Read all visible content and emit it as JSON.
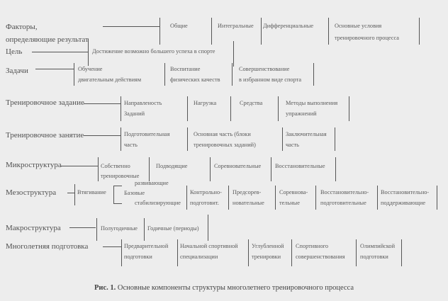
{
  "rows": {
    "factors": {
      "label1": "Факторы,",
      "label2": "определяющие результат",
      "items": [
        "Общие",
        "Интегральные",
        "Дифференциальные",
        "Основные условия",
        "тренировочного процесса"
      ]
    },
    "goal": {
      "label": "Цель",
      "items": [
        "Достижение возможно большего успеха в спорте"
      ]
    },
    "tasks": {
      "label": "Задачи",
      "items": [
        "Обучение",
        "двигательным действиям",
        "Воспитание",
        "физических качеств",
        "Совершенствование",
        "в избранном виде спорта"
      ]
    },
    "task": {
      "label": "Тренировочное задание",
      "items": [
        "Направленость",
        "Заданий",
        "Нагрузка",
        "Средства",
        "Методы выполнения",
        "упражнений"
      ]
    },
    "session": {
      "label": "Тренировочное занятие",
      "items": [
        "Подготовительная",
        "часть",
        "Основная часть (блоки",
        "тренировочных заданий)",
        "Заключительная",
        "часть"
      ]
    },
    "micro": {
      "label": "Микроструктура",
      "items": [
        "Собственно",
        "тренировочные",
        "Подводящие",
        "Соревновательные",
        "Восстановительные"
      ]
    },
    "meso": {
      "label": "Мезоструктура",
      "items": [
        "Втягивание",
        "развивающие",
        "Базовые",
        "стабилизирующие",
        "Контрольно-",
        "подготовит.",
        "Предсорев-",
        "новательные",
        "Соревнова-",
        "тельные",
        "Восстановительно-",
        "подготовительные",
        "Восстановительно-",
        "поддерживающие"
      ]
    },
    "macro": {
      "label": "Макроструктура",
      "items": [
        "Полугодичные",
        "Годичные (периоды)"
      ]
    },
    "longterm": {
      "label": "Многолетняя подготовка",
      "items": [
        "Предварительной",
        "подготовки",
        "Начальной спортивной",
        "специализации",
        "Углубленной",
        "тренировки",
        "Спортивного",
        "совершенствования",
        "Олимпийской",
        "подготовки"
      ]
    }
  },
  "caption": {
    "prefix": "Рис. 1.",
    "text": "Основные компоненты структуры  многолетнего тренировочного процесса"
  }
}
